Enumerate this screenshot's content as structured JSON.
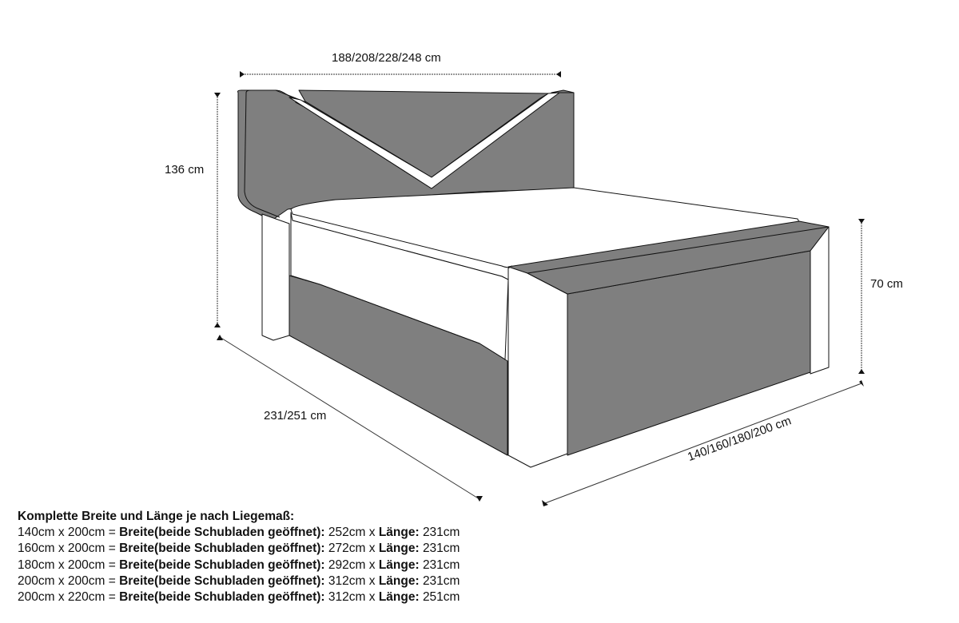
{
  "diagram": {
    "subject": "Boxspringbett mit V-Kopfteil und Schubladen",
    "colors": {
      "upholstery": "#7f7f7f",
      "mattress": "#ffffff",
      "outline": "#111111"
    },
    "dimensions": {
      "overall_width": "188/208/228/248 cm",
      "headboard_height": "136 cm",
      "bed_height": "70 cm",
      "length": "231/251 cm",
      "mattress_width": "140/160/180/200 cm"
    }
  },
  "specs": {
    "title": "Komplette Breite und Länge je nach Liegemaß:",
    "rows": [
      {
        "size": "140cm x 200cm =",
        "breite_label": "Breite(beide Schubladen geöffnet):",
        "breite": "252cm x",
        "laenge_label": "Länge:",
        "laenge": "231cm"
      },
      {
        "size": "160cm x 200cm =",
        "breite_label": "Breite(beide Schubladen geöffnet):",
        "breite": "272cm x",
        "laenge_label": "Länge:",
        "laenge": "231cm"
      },
      {
        "size": "180cm x 200cm =",
        "breite_label": "Breite(beide Schubladen geöffnet):",
        "breite": "292cm x",
        "laenge_label": "Länge:",
        "laenge": "231cm"
      },
      {
        "size": "200cm x 200cm =",
        "breite_label": "Breite(beide Schubladen geöffnet):",
        "breite": "312cm x",
        "laenge_label": "Länge:",
        "laenge": "231cm"
      },
      {
        "size": "200cm x 220cm =",
        "breite_label": "Breite(beide Schubladen geöffnet):",
        "breite": "312cm x",
        "laenge_label": "Länge:",
        "laenge": "251cm"
      }
    ]
  }
}
